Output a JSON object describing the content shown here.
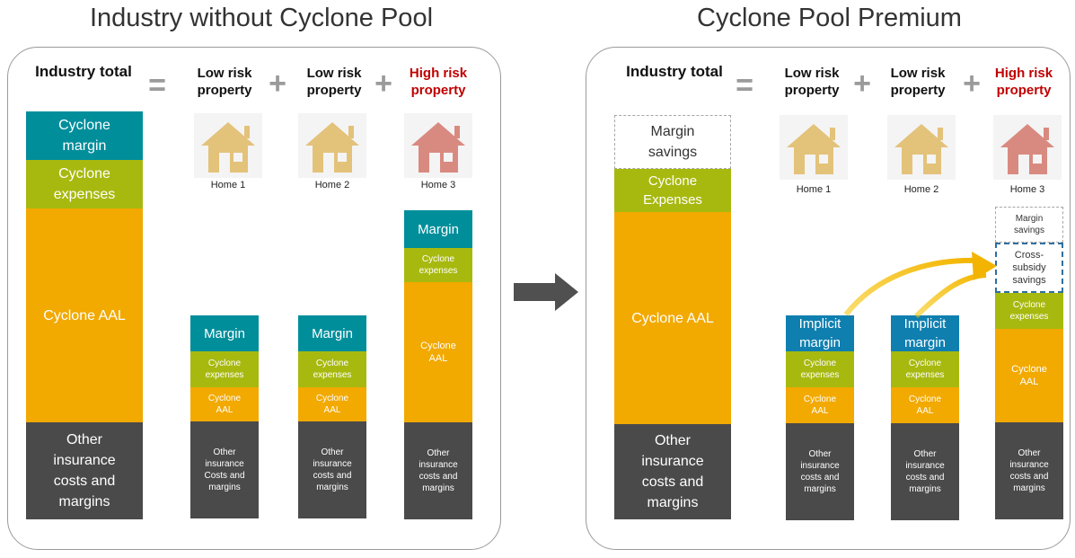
{
  "left": {
    "title": "Industry without Cyclone Pool",
    "header_total": "Industry total",
    "header_low1": "Low risk\nproperty",
    "header_low2": "Low risk\nproperty",
    "header_high": "High risk\nproperty",
    "total_bar": {
      "margin": "Cyclone\nmargin",
      "expenses": "Cyclone\nexpenses",
      "aal": "Cyclone AAL",
      "other": "Other\ninsurance\ncosts and\nmargins"
    },
    "home1": {
      "label": "Home 1",
      "margin": "Margin",
      "expenses": "Cyclone\nexpenses",
      "aal": "Cyclone\nAAL",
      "other": "Other\ninsurance\nCosts and\nmargins"
    },
    "home2": {
      "label": "Home 2",
      "margin": "Margin",
      "expenses": "Cyclone\nexpenses",
      "aal": "Cyclone\nAAL",
      "other": "Other\ninsurance\ncosts and\nmargins"
    },
    "home3": {
      "label": "Home 3",
      "margin": "Margin",
      "expenses": "Cyclone\nexpenses",
      "aal": "Cyclone\nAAL",
      "other": "Other\ninsurance\ncosts and\nmargins"
    }
  },
  "right": {
    "title": "Cyclone Pool Premium",
    "header_total": "Industry total",
    "header_low1": "Low risk\nproperty",
    "header_low2": "Low risk\nproperty",
    "header_high": "High risk\nproperty",
    "total_bar": {
      "margin_savings": "Margin\nsavings",
      "expenses": "Cyclone\nExpenses",
      "aal": "Cyclone AAL",
      "other": "Other\ninsurance\ncosts and\nmargins"
    },
    "home1": {
      "label": "Home 1",
      "margin": "Implicit\nmargin",
      "expenses": "Cyclone\nexpenses",
      "aal": "Cyclone\nAAL",
      "other": "Other\ninsurance\ncosts and\nmargins"
    },
    "home2": {
      "label": "Home 2",
      "margin": "Implicit\nmargin",
      "expenses": "Cyclone\nexpenses",
      "aal": "Cyclone\nAAL",
      "other": "Other\ninsurance\ncosts and\nmargins"
    },
    "home3": {
      "label": "Home 3",
      "margin_savings": "Margin\nsavings",
      "cross_subsidy": "Cross-\nsubsidy\nsavings",
      "expenses": "Cyclone\nexpenses",
      "aal": "Cyclone\nAAL",
      "other": "Other\ninsurance\ncosts and\nmargins"
    }
  },
  "operators": {
    "equals": "=",
    "plus": "+"
  },
  "colors": {
    "teal": "#008e9b",
    "blue": "#0f7fb0",
    "green": "#a7b90f",
    "orange": "#f2a900",
    "dark": "#4a4a4a",
    "house_low": "#e3c27a",
    "house_high": "#d98a80",
    "high_risk_text": "#c00000"
  },
  "icons": {
    "house": "house-icon",
    "arrow": "right-arrow-icon",
    "curved_arrow": "curved-arrow-icon"
  }
}
